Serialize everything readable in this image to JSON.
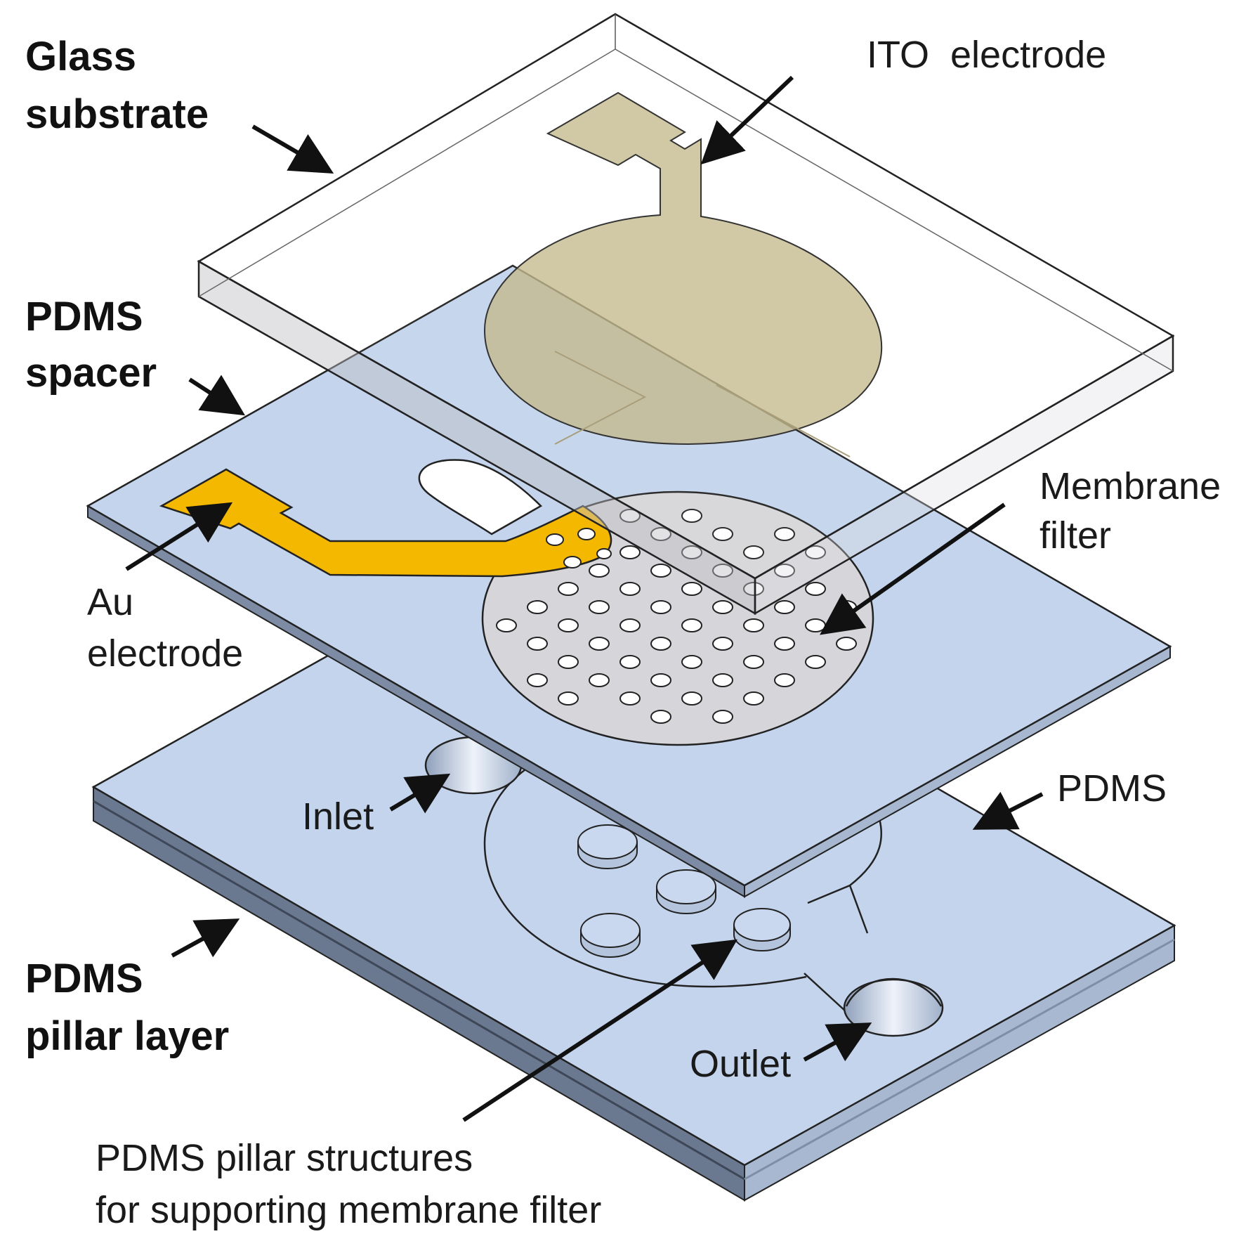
{
  "colors": {
    "pdms": "#c3d4ec",
    "pdms_side": "#9aaac2",
    "pdms_dark": "#5e6a80",
    "ito": "#cbbf9a",
    "au": "#f5b800",
    "membrane": "#d3d3d6",
    "glass_edge": "#222222",
    "arrow": "#111111"
  },
  "labels": {
    "glass_substrate": [
      "Glass",
      "substrate"
    ],
    "ito_electrode": "ITO  electrode",
    "pdms_spacer": [
      "PDMS",
      "spacer"
    ],
    "membrane_filter": [
      "Membrane",
      "filter"
    ],
    "au_electrode": [
      "Au",
      "electrode"
    ],
    "inlet": "Inlet",
    "pdms": "PDMS",
    "pdms_pillar_layer": [
      "PDMS",
      "pillar layer"
    ],
    "outlet": "Outlet",
    "pillar_structures": [
      "PDMS pillar structures",
      "for supporting membrane filter"
    ]
  },
  "layers": [
    "Glass substrate",
    "PDMS spacer",
    "PDMS pillar layer"
  ]
}
